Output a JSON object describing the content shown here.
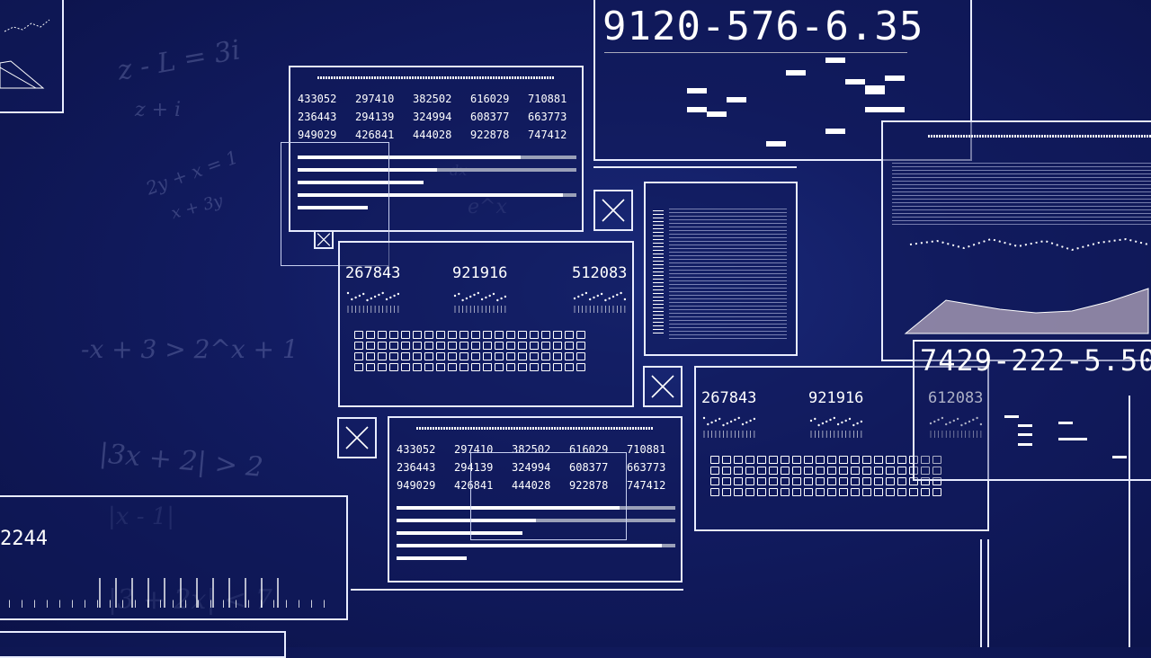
{
  "math_notes": [
    "z - L = 3i",
    "z + i",
    "2y + x = 1",
    "x + 3y",
    "-x + 3 > 2^x + 1",
    "|3x + 2| > 2",
    "|x - 1|",
    "|3 + 2x| < 7",
    "e^x",
    "dx"
  ],
  "table_panel": {
    "rows": [
      [
        "433052",
        "297410",
        "382502",
        "616029",
        "710881"
      ],
      [
        "236443",
        "294139",
        "324994",
        "608377",
        "663773"
      ],
      [
        "949029",
        "426841",
        "444028",
        "922878",
        "747412"
      ]
    ],
    "bars": [
      0.8,
      0.5,
      0.45,
      0.95,
      0.25
    ]
  },
  "code_display_top": "9120-576-6.35",
  "code_display_right": "7429-222-5.50",
  "spark_panel_1": {
    "values": [
      "267843",
      "921916",
      "512083"
    ]
  },
  "spark_panel_2": {
    "values": [
      "267843",
      "921916",
      "612083"
    ]
  },
  "bottom_left_value": "2244",
  "colors": {
    "background": "#121c62",
    "line": "#e8ecff",
    "bar_track": "#9aa0b8"
  }
}
